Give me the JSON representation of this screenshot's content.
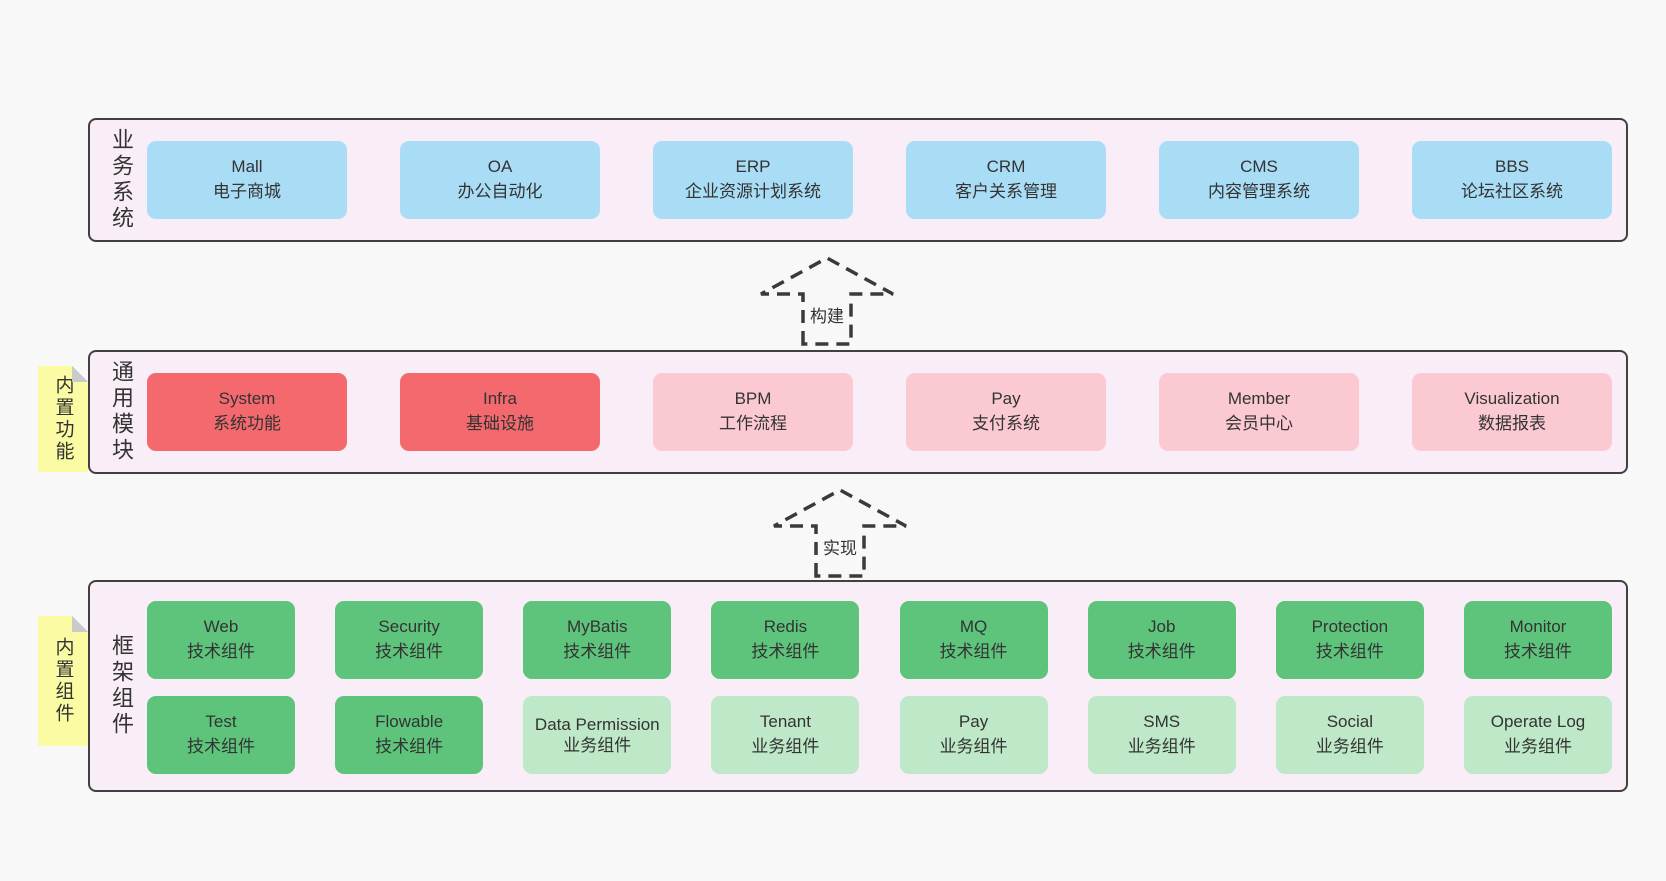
{
  "colors": {
    "page_bg": "#f8f8f8",
    "band_bg": "#f9eef7",
    "band_border": "#404040",
    "blue_node": "#a9dcf5",
    "red_node": "#f4696d",
    "pink_node": "#fbc9d2",
    "green_node": "#5ec47b",
    "lightgreen_node": "#bee8c8",
    "sticky_bg": "#fafba2",
    "sticky_fold": "#c9cacb",
    "text": "#333333"
  },
  "arrows": {
    "build": {
      "label": "构建"
    },
    "implement": {
      "label": "实现"
    }
  },
  "business": {
    "label": "业务系统",
    "boxes": [
      {
        "title": "Mall",
        "subtitle": "电子商城"
      },
      {
        "title": "OA",
        "subtitle": "办公自动化"
      },
      {
        "title": "ERP",
        "subtitle": "企业资源计划系统"
      },
      {
        "title": "CRM",
        "subtitle": "客户关系管理"
      },
      {
        "title": "CMS",
        "subtitle": "内容管理系统"
      },
      {
        "title": "BBS",
        "subtitle": "论坛社区系统"
      }
    ]
  },
  "modules": {
    "label": "通用模块",
    "sticky": "内置功能",
    "boxes": [
      {
        "title": "System",
        "subtitle": "系统功能",
        "color": "red"
      },
      {
        "title": "Infra",
        "subtitle": "基础设施",
        "color": "red"
      },
      {
        "title": "BPM",
        "subtitle": "工作流程",
        "color": "pink"
      },
      {
        "title": "Pay",
        "subtitle": "支付系统",
        "color": "pink"
      },
      {
        "title": "Member",
        "subtitle": "会员中心",
        "color": "pink"
      },
      {
        "title": "Visualization",
        "subtitle": "数据报表",
        "color": "pink"
      }
    ]
  },
  "components": {
    "label": "框架组件",
    "sticky": "内置组件",
    "row1": [
      {
        "title": "Web",
        "subtitle": "技术组件",
        "color": "green"
      },
      {
        "title": "Security",
        "subtitle": "技术组件",
        "color": "green"
      },
      {
        "title": "MyBatis",
        "subtitle": "技术组件",
        "color": "green"
      },
      {
        "title": "Redis",
        "subtitle": "技术组件",
        "color": "green"
      },
      {
        "title": "MQ",
        "subtitle": "技术组件",
        "color": "green"
      },
      {
        "title": "Job",
        "subtitle": "技术组件",
        "color": "green"
      },
      {
        "title": "Protection",
        "subtitle": "技术组件",
        "color": "green"
      },
      {
        "title": "Monitor",
        "subtitle": "技术组件",
        "color": "green"
      }
    ],
    "row2": [
      {
        "title": "Test",
        "subtitle": "技术组件",
        "color": "green"
      },
      {
        "title": "Flowable",
        "subtitle": "技术组件",
        "color": "green"
      },
      {
        "title": "Data Permission",
        "subtitle": "业务组件",
        "color": "lightgreen"
      },
      {
        "title": "Tenant",
        "subtitle": "业务组件",
        "color": "lightgreen"
      },
      {
        "title": "Pay",
        "subtitle": "业务组件",
        "color": "lightgreen"
      },
      {
        "title": "SMS",
        "subtitle": "业务组件",
        "color": "lightgreen"
      },
      {
        "title": "Social",
        "subtitle": "业务组件",
        "color": "lightgreen"
      },
      {
        "title": "Operate Log",
        "subtitle": "业务组件",
        "color": "lightgreen"
      }
    ]
  }
}
